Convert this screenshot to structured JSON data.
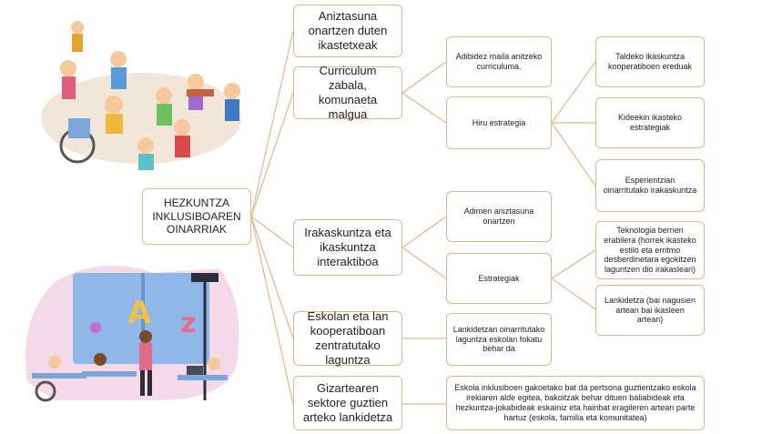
{
  "root": {
    "label": "HEZKUNTZA\nINKLUSIBOAREN\nOINARRIAK"
  },
  "branches": [
    {
      "label": "Aniztasuna onartzen duten ikastetxeak"
    },
    {
      "label": "Curriculum zabala, komunaeta malgua",
      "children": [
        {
          "label": "Adibidez maila anitzeko curriculuma."
        },
        {
          "label": "Hiru estrategia",
          "children": [
            {
              "label": "Taldeko ikaskuntza kooperatiboen ereduak"
            },
            {
              "label": "Kideekin ikasteko estrategiak"
            },
            {
              "label": "Esperientzian oinarritutako irakaskuntza"
            }
          ]
        }
      ]
    },
    {
      "label": "Irakaskuntza eta ikaskuntza interaktiboa",
      "children": [
        {
          "label": "Adimen aniztasuna onartzen"
        },
        {
          "label": "Estrategiak",
          "children": [
            {
              "label": "Teknologia berrien erabilera (horrek ikasteko estilo eta erritmo desberdinetara egokitzen laguntzen dio irakasleari)"
            },
            {
              "label": "Lankidetza (bai nagusien artean bai ikasleen artean)"
            }
          ]
        }
      ]
    },
    {
      "label": "Eskolan eta lan kooperatiboan zentratutako laguntza",
      "children": [
        {
          "label": "Lankidetzan oinarritutako laguntza eskolan fokatu behar da"
        }
      ]
    },
    {
      "label": "Gizartearen sektore guztien arteko lankidetza",
      "children": [
        {
          "label": "Eskola inklusiboen gakoetako bat da pertsona guztientzako eskola irekiaren alde egitea, bakoitzak behar dituen baliabideak eta hezkuntza-jokabideak eskainiz eta hainbat eragileren artean parte hartuz (eskola, familia eta komunitatea)"
        }
      ]
    }
  ],
  "colors": {
    "connector": "#e8b48c",
    "border": "#e8b48c"
  }
}
